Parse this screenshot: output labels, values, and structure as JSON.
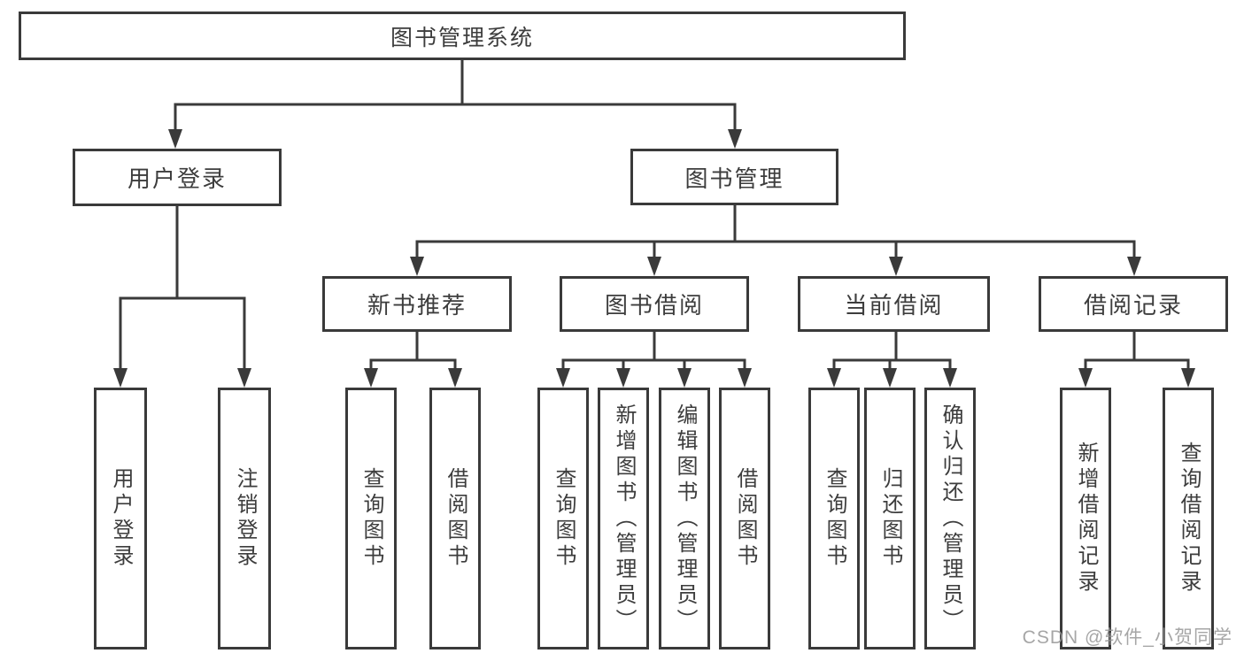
{
  "diagram": {
    "root": {
      "label": "图书管理系统"
    },
    "level1": [
      {
        "label": "用户登录"
      },
      {
        "label": "图书管理"
      }
    ],
    "level2": [
      {
        "label": "新书推荐"
      },
      {
        "label": "图书借阅"
      },
      {
        "label": "当前借阅"
      },
      {
        "label": "借阅记录"
      }
    ],
    "leaves": {
      "user_login": [
        {
          "label": "用户登录"
        },
        {
          "label": "注销登录"
        }
      ],
      "new_book": [
        {
          "label": "查询图书"
        },
        {
          "label": "借阅图书"
        }
      ],
      "book_borrow": [
        {
          "label": "查询图书"
        },
        {
          "label": "新增图书（管理员）"
        },
        {
          "label": "编辑图书（管理员）"
        },
        {
          "label": "借阅图书"
        }
      ],
      "current_borrow": [
        {
          "label": "查询图书"
        },
        {
          "label": "归还图书"
        },
        {
          "label": "确认归还（管理员）"
        }
      ],
      "borrow_records": [
        {
          "label": "新增借阅记录"
        },
        {
          "label": "查询借阅记录"
        }
      ]
    }
  },
  "colors": {
    "line": "#3a3a3a",
    "text": "#3d3d3d",
    "watermark": "#969696"
  },
  "watermark": {
    "text": "CSDN @软件_小贺同学"
  }
}
